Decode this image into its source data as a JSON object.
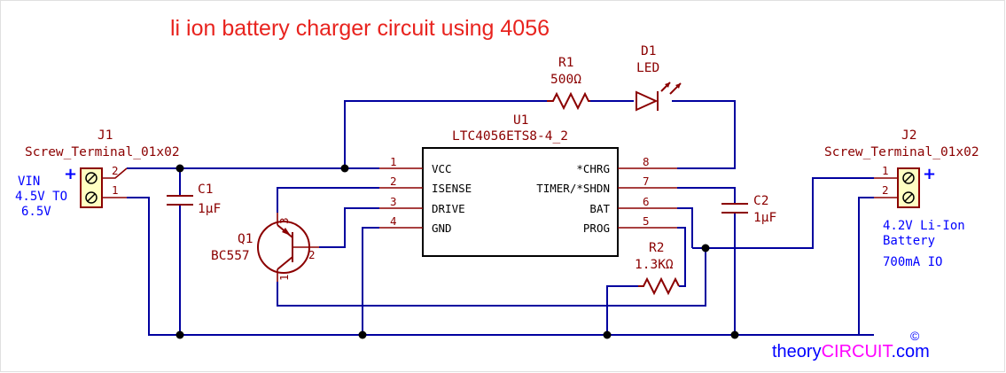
{
  "title": "li ion battery charger circuit using 4056",
  "watermark": {
    "prefix": "theory",
    "brand": "CIRCUIT",
    "suffix": ".com",
    "copyright": "©"
  },
  "u1": {
    "ref": "U1",
    "value": "LTC4056ETS8-4_2",
    "left_pins": [
      {
        "num": "1",
        "name": "VCC"
      },
      {
        "num": "2",
        "name": "ISENSE"
      },
      {
        "num": "3",
        "name": "DRIVE"
      },
      {
        "num": "4",
        "name": "GND"
      }
    ],
    "right_pins": [
      {
        "num": "8",
        "name": "*CHRG"
      },
      {
        "num": "7",
        "name": "TIMER/*SHDN"
      },
      {
        "num": "6",
        "name": "BAT"
      },
      {
        "num": "5",
        "name": "PROG"
      }
    ]
  },
  "j1": {
    "ref": "J1",
    "value": "Screw_Terminal_01x02",
    "pin_top": "2",
    "pin_bottom": "1",
    "plus": "+",
    "note": [
      "VIN",
      "4.5V TO",
      "6.5V"
    ]
  },
  "j2": {
    "ref": "J2",
    "value": "Screw_Terminal_01x02",
    "pin_top": "1",
    "pin_bottom": "2",
    "plus": "+",
    "note": [
      "4.2V Li-Ion",
      "Battery",
      "700mA IO"
    ]
  },
  "r1": {
    "ref": "R1",
    "value": "500Ω"
  },
  "r2": {
    "ref": "R2",
    "value": "1.3KΩ"
  },
  "d1": {
    "ref": "D1",
    "value": "LED"
  },
  "c1": {
    "ref": "C1",
    "value": "1µF"
  },
  "c2": {
    "ref": "C2",
    "value": "1µF"
  },
  "q1": {
    "ref": "Q1",
    "value": "BC557",
    "pin_e": "3",
    "pin_b": "2",
    "pin_c": "1"
  },
  "colors": {
    "wire": "#00009f",
    "component": "#8b0000",
    "title": "#e8231e",
    "note": "#0000ff",
    "brand": "#ff00ff"
  }
}
